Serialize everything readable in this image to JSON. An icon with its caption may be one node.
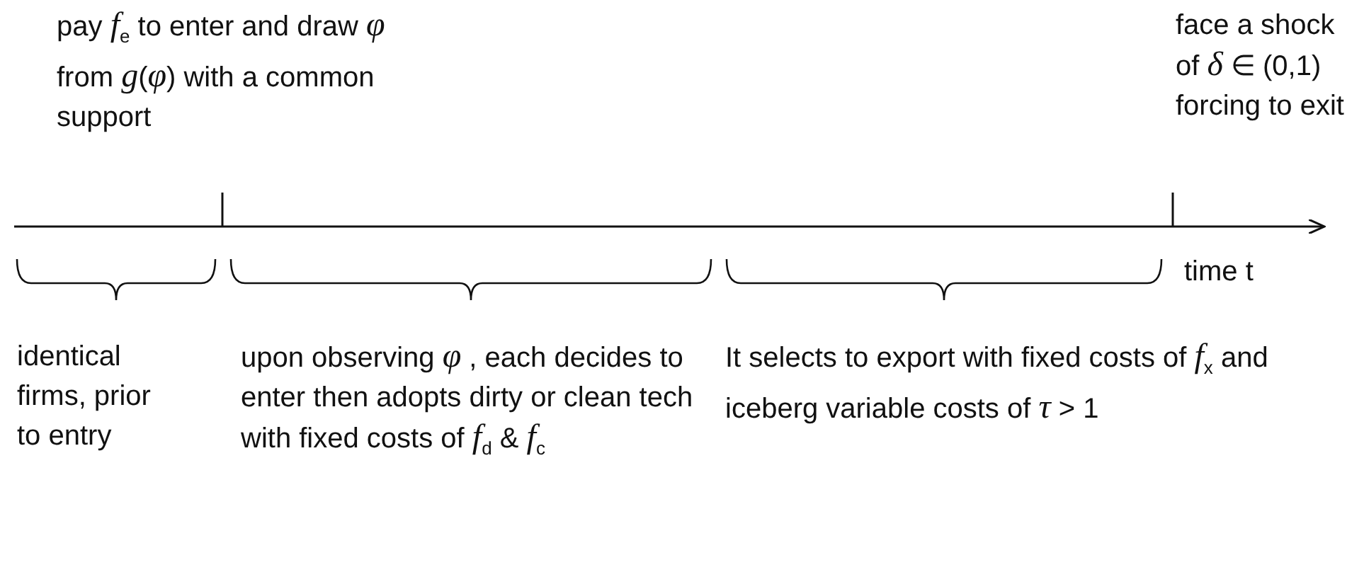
{
  "diagram": {
    "labels": [
      "pay *f*$_{e}$ to enter and draw *φ* from *g*(*φ*) with a common support",
      "face a shock of *δ* ∈ (0,1) forcing to exit",
      "time t",
      "identical firms, prior to entry",
      "upon observing *φ* , each decides to enter then adopts dirty or clean tech with fixed costs of *f*$_{d}$ & *f*$_{c}$",
      "It selects to export with fixed costs of *f*$_{x}$ and iceberg variable costs of *τ* > 1"
    ]
  }
}
